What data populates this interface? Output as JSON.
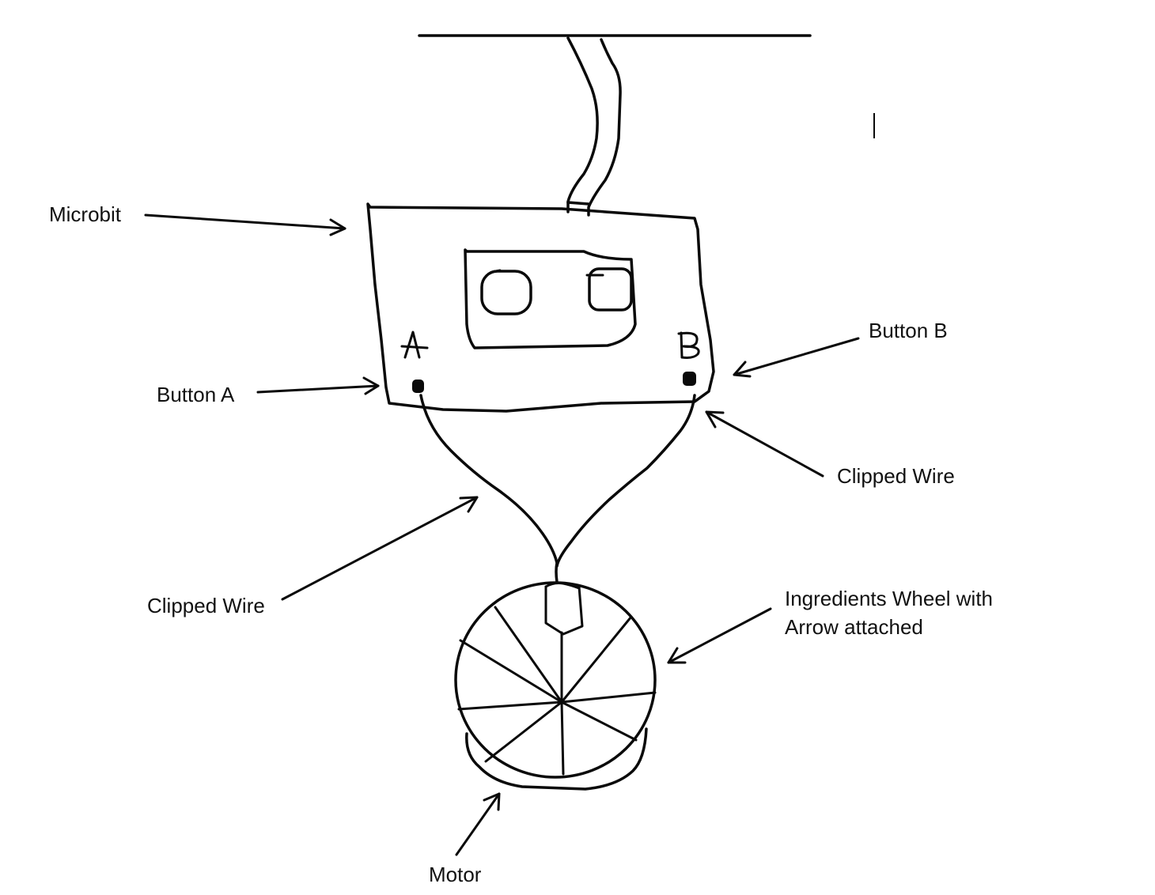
{
  "labels": {
    "microbit": "Microbit",
    "button_a": "Button A",
    "button_b": "Button B",
    "clipped_wire_left": "Clipped Wire",
    "clipped_wire_right": "Clipped Wire",
    "wheel_line1": "Ingredients Wheel with",
    "wheel_line2": "Arrow attached",
    "motor": "Motor"
  },
  "board_markings": {
    "a": "A",
    "b": "B"
  },
  "colors": {
    "ink": "#0a0a0a",
    "background": "#ffffff"
  }
}
